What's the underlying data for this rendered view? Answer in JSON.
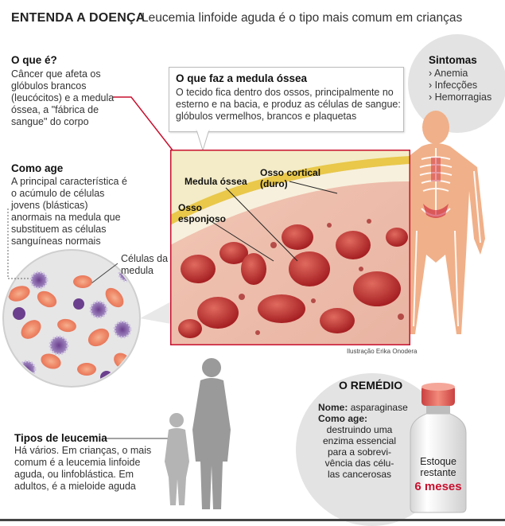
{
  "header": {
    "title": "ENTENDA A DOENÇA",
    "subtitle": "Leucemia linfoide aguda é o tipo mais comum em crianças"
  },
  "what_is": {
    "heading": "O que é?",
    "lines": [
      "Câncer que afeta os",
      "glóbulos brancos",
      "(leucócitos) e a medula",
      "óssea, a \"fábrica de",
      "sangue\" do corpo"
    ]
  },
  "how_acts": {
    "heading": "Como age",
    "lines": [
      "A principal característica é",
      "o acúmulo de células",
      "jovens (blásticas)",
      "anormais na medula que",
      "substituem as células",
      "sanguíneas normais"
    ]
  },
  "marrow_cells_label": [
    "Células da",
    "medula"
  ],
  "marrow_box": {
    "heading": "O que faz a medula óssea",
    "lines": [
      "O tecido fica dentro dos ossos, principalmente no",
      "esterno e na bacia, e produz as células de sangue:",
      "glóbulos vermelhos, brancos e plaquetas"
    ]
  },
  "bone_labels": {
    "marrow": "Medula óssea",
    "cortical": [
      "Osso cortical",
      "(duro)"
    ],
    "spongy": [
      "Osso",
      "esponjoso"
    ]
  },
  "credit": "Ilustração Erika Onodera",
  "symptoms": {
    "heading": "Sintomas",
    "items": [
      "Anemia",
      "Infecções",
      "Hemorragias"
    ]
  },
  "types": {
    "heading": "Tipos de leucemia",
    "lines": [
      "Há vários. Em crianças, o mais",
      "comum é a leucemia linfoide",
      "aguda, ou linfoblástica. Em",
      "adultos, é a mieloide aguda"
    ]
  },
  "remedy": {
    "heading": "O REMÉDIO",
    "name_label": "Nome:",
    "name_value": "asparaginase",
    "how_label": "Como age:",
    "how_lines": [
      "destruindo uma",
      "enzima essencial",
      "para a sobrevi-",
      "vência das célu-",
      "las cancerosas"
    ],
    "stock_lines": [
      "Estoque",
      "restante"
    ],
    "stock_value": "6 meses"
  },
  "colors": {
    "accent_red": "#c8102e",
    "marrow_red": "#b8282a",
    "bone_yellow": "#e9c84a",
    "silhouette_gray": "#9a9a9a",
    "circle_gray": "#e3e3e3"
  }
}
